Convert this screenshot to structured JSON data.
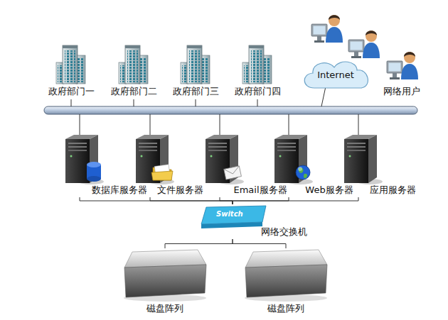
{
  "diagram": {
    "nodes": [
      {
        "text": [
          "政府部门一"
        ]
      },
      {
        "text": [
          "政府部门二"
        ]
      },
      {
        "text": [
          "政府部门三"
        ]
      },
      {
        "text": [
          "政府部门四"
        ]
      },
      {
        "text": [
          "Internet"
        ]
      },
      {
        "text": [
          "网络用户"
        ]
      },
      {
        "text": [
          "数据库服务器"
        ]
      },
      {
        "text": [
          "文件服务器"
        ]
      },
      {
        "text": [
          "Email服务器"
        ]
      },
      {
        "text": [
          "Web服务器"
        ]
      },
      {
        "text": [
          "应用服务器"
        ]
      },
      {
        "text": [
          "网络交换机"
        ]
      },
      {
        "text": [
          "磁盘阵列"
        ]
      },
      {
        "text": [
          "磁盘阵列"
        ]
      }
    ],
    "edges": [
      {
        "from": 6,
        "to": 11,
        "arrow": "none"
      },
      {
        "from": 7,
        "to": 11,
        "arrow": "none"
      },
      {
        "from": 8,
        "to": 11,
        "arrow": "none"
      },
      {
        "from": 9,
        "to": 11,
        "arrow": "none"
      },
      {
        "from": 10,
        "to": 11,
        "arrow": "none"
      },
      {
        "from": 11,
        "to": 12,
        "arrow": "none"
      },
      {
        "from": 11,
        "to": 13,
        "arrow": "none"
      }
    ],
    "labels": [
      "Switch"
    ]
  }
}
